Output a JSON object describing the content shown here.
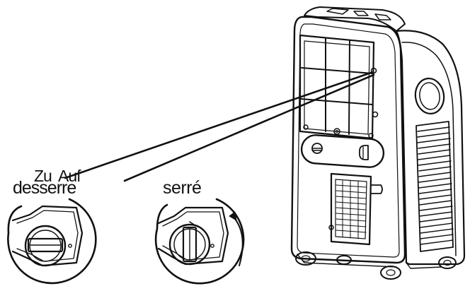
{
  "labels": {
    "zu": "Zu",
    "auf": "Auf",
    "loosened": "desserre",
    "tightened": "serré"
  },
  "colors": {
    "ink": "#111111",
    "background": "#ffffff"
  },
  "icons": {
    "rotation": "clockwise-arrow-icon",
    "knob": "drain-plug-knob-icon"
  }
}
